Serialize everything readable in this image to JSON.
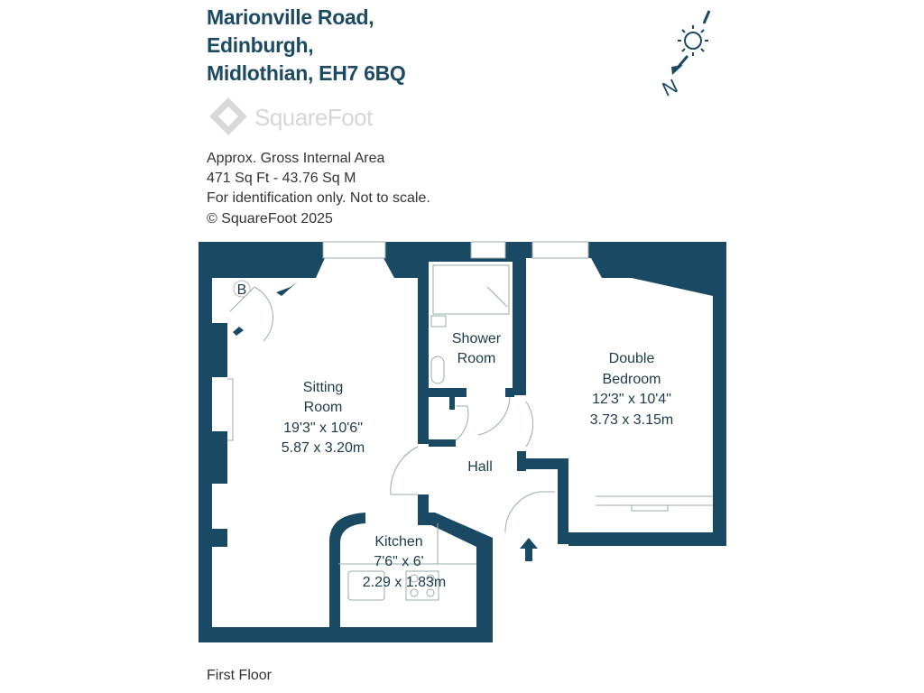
{
  "address": {
    "line1": "Marionville Road,",
    "line2": "Edinburgh,",
    "line3": "Midlothian, EH7 6BQ"
  },
  "logo": {
    "text": "SquareFoot"
  },
  "info": {
    "area_label": "Approx. Gross Internal Area",
    "area_value": "471 Sq Ft  -  43.76 Sq M",
    "disclaimer": "For identification only. Not to scale.",
    "copyright": "© SquareFoot 2025"
  },
  "compass": {
    "north_label": "N"
  },
  "rooms": {
    "sitting": {
      "name1": "Sitting",
      "name2": "Room",
      "imperial": "19'3\" x 10'6\"",
      "metric": "5.87 x 3.20m"
    },
    "shower": {
      "name1": "Shower",
      "name2": "Room"
    },
    "bedroom": {
      "name1": "Double",
      "name2": "Bedroom",
      "imperial": "12'3\" x 10'4\"",
      "metric": "3.73 x 3.15m"
    },
    "hall": {
      "name": "Hall"
    },
    "kitchen": {
      "name": "Kitchen",
      "imperial": "7'6\" x 6'",
      "metric": "2.29 x 1.83m"
    },
    "boiler": {
      "label": "B"
    }
  },
  "floor_label": "First Floor",
  "colors": {
    "wall": "#1a4a63",
    "text": "#1d4a63"
  }
}
